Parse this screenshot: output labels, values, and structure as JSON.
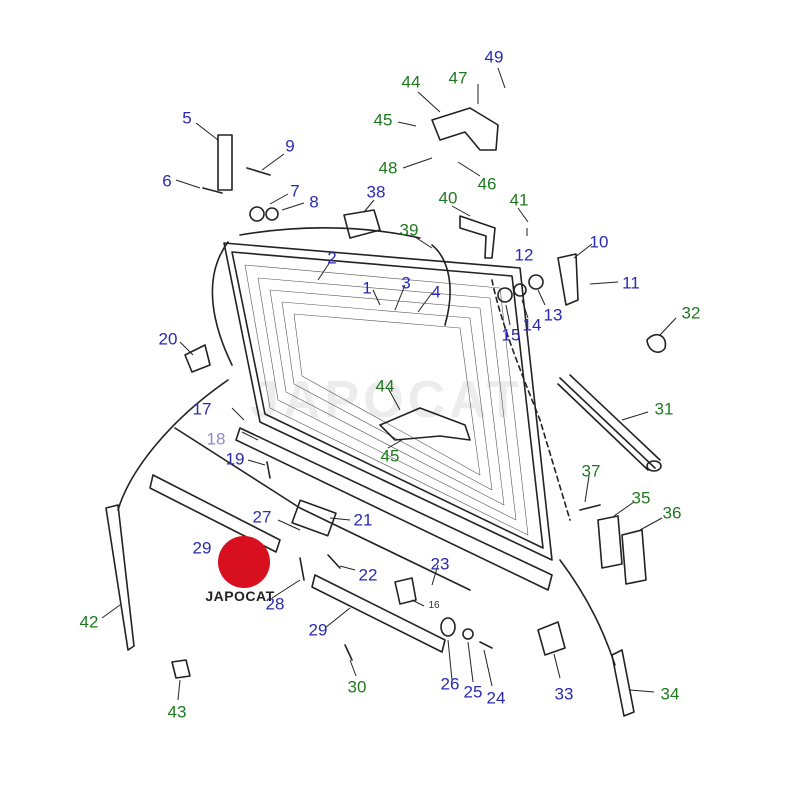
{
  "watermark_text": "JAPOCAT",
  "logo": {
    "text": "JAPOCAT",
    "color": "#d80f1e"
  },
  "colors": {
    "blue_label": "#2a2ab0",
    "green_label": "#1f7a1f",
    "line": "#222222"
  },
  "labels": [
    {
      "id": "l1",
      "text": "1",
      "color": "blue"
    },
    {
      "id": "l2",
      "text": "2",
      "color": "blue"
    },
    {
      "id": "l3",
      "text": "3",
      "color": "blue"
    },
    {
      "id": "l4",
      "text": "4",
      "color": "blue"
    },
    {
      "id": "l5",
      "text": "5",
      "color": "blue"
    },
    {
      "id": "l6",
      "text": "6",
      "color": "blue"
    },
    {
      "id": "l7",
      "text": "7",
      "color": "blue"
    },
    {
      "id": "l8",
      "text": "8",
      "color": "blue"
    },
    {
      "id": "l9",
      "text": "9",
      "color": "blue"
    },
    {
      "id": "l10",
      "text": "10",
      "color": "blue"
    },
    {
      "id": "l11",
      "text": "11",
      "color": "blue"
    },
    {
      "id": "l12",
      "text": "12",
      "color": "blue"
    },
    {
      "id": "l13",
      "text": "13",
      "color": "blue"
    },
    {
      "id": "l14",
      "text": "14",
      "color": "blue"
    },
    {
      "id": "l15",
      "text": "15",
      "color": "blue"
    },
    {
      "id": "l16",
      "text": "16",
      "color": "small"
    },
    {
      "id": "l17",
      "text": "17",
      "color": "blue"
    },
    {
      "id": "l18",
      "text": "18",
      "color": "light"
    },
    {
      "id": "l19",
      "text": "19",
      "color": "blue"
    },
    {
      "id": "l20",
      "text": "20",
      "color": "blue"
    },
    {
      "id": "l21",
      "text": "21",
      "color": "blue"
    },
    {
      "id": "l22",
      "text": "22",
      "color": "blue"
    },
    {
      "id": "l23",
      "text": "23",
      "color": "blue"
    },
    {
      "id": "l24",
      "text": "24",
      "color": "blue"
    },
    {
      "id": "l25",
      "text": "25",
      "color": "blue"
    },
    {
      "id": "l26",
      "text": "26",
      "color": "blue"
    },
    {
      "id": "l27",
      "text": "27",
      "color": "blue"
    },
    {
      "id": "l28",
      "text": "28",
      "color": "blue"
    },
    {
      "id": "l29a",
      "text": "29",
      "color": "blue"
    },
    {
      "id": "l29b",
      "text": "29",
      "color": "blue"
    },
    {
      "id": "l30",
      "text": "30",
      "color": "green"
    },
    {
      "id": "l31",
      "text": "31",
      "color": "green"
    },
    {
      "id": "l32",
      "text": "32",
      "color": "green"
    },
    {
      "id": "l33",
      "text": "33",
      "color": "blue"
    },
    {
      "id": "l34",
      "text": "34",
      "color": "green"
    },
    {
      "id": "l35",
      "text": "35",
      "color": "green"
    },
    {
      "id": "l36",
      "text": "36",
      "color": "green"
    },
    {
      "id": "l37",
      "text": "37",
      "color": "green"
    },
    {
      "id": "l38",
      "text": "38",
      "color": "blue"
    },
    {
      "id": "l39",
      "text": "39",
      "color": "green"
    },
    {
      "id": "l40",
      "text": "40",
      "color": "green"
    },
    {
      "id": "l41",
      "text": "41",
      "color": "green"
    },
    {
      "id": "l42",
      "text": "42",
      "color": "green"
    },
    {
      "id": "l43",
      "text": "43",
      "color": "green"
    },
    {
      "id": "l44a",
      "text": "44",
      "color": "green"
    },
    {
      "id": "l44b",
      "text": "44",
      "color": "green"
    },
    {
      "id": "l45a",
      "text": "45",
      "color": "green"
    },
    {
      "id": "l45b",
      "text": "45",
      "color": "green"
    },
    {
      "id": "l46",
      "text": "46",
      "color": "green"
    },
    {
      "id": "l47",
      "text": "47",
      "color": "green"
    },
    {
      "id": "l48",
      "text": "48",
      "color": "green"
    },
    {
      "id": "l49",
      "text": "49",
      "color": "blue"
    }
  ]
}
